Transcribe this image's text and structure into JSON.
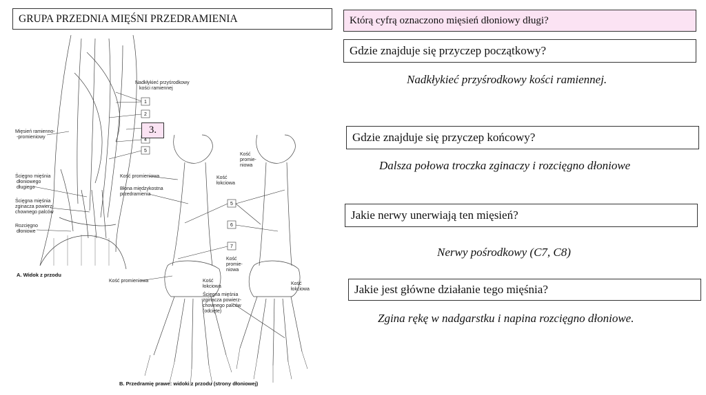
{
  "title": "GRUPA PRZEDNIA MIĘŚNI PRZEDRAMIENIA",
  "highlight_number": "3.",
  "questions": [
    {
      "q": "Którą cyfrą oznaczono mięsień dłoniowy długi?"
    },
    {
      "q": "Gdzie znajduje się przyczep początkowy?",
      "a": "Nadkłykieć przyśrodkowy kości ramiennej."
    },
    {
      "q": "Gdzie znajduje się przyczep końcowy?",
      "a": "Dalsza połowa troczka zginaczy i rozcięgno dłoniowe"
    },
    {
      "q": "Jakie nerwy unerwiają ten mięsień?",
      "a": "Nerwy pośrodkowy (C7, C8)"
    },
    {
      "q": "Jakie jest główne działanie tego mięśnia?",
      "a": "Zgina rękę w nadgarstku i napina rozcięgno dłoniowe."
    }
  ],
  "figure": {
    "labels_a": [
      "Nadkłykieć przyśrodkowy",
      "kości ramiennej",
      "Mięsień ramienno-",
      "-promieniowy",
      "Ścięgno mięśnia",
      "dłoniowego",
      "długiego",
      "Ścięgna mięśnia",
      "zginacza powierz-",
      "chownego palców",
      "Rozcięgno",
      "dłoniowe"
    ],
    "numbers_a": [
      "1",
      "2",
      "4",
      "5"
    ],
    "caption_a": "A. Widok z przodu",
    "labels_b": [
      "Kość promieniowa",
      "Błona międzykostna",
      "przedramienia",
      "Kość",
      "łokciowa",
      "Kość",
      "promie-",
      "niowa",
      "Kość promieniowa",
      "Kość",
      "łokciowa",
      "Ścięgna mięśnia",
      "zginacza powierz-",
      "chownego palców",
      "(odcięte)",
      "Kość",
      "promie-",
      "niowa",
      "Kość",
      "łokciowa"
    ],
    "numbers_b": [
      "5",
      "6",
      "7"
    ],
    "caption_b": "B. Przedramię prawe: widoki z przodu (strony dłoniowej)"
  }
}
